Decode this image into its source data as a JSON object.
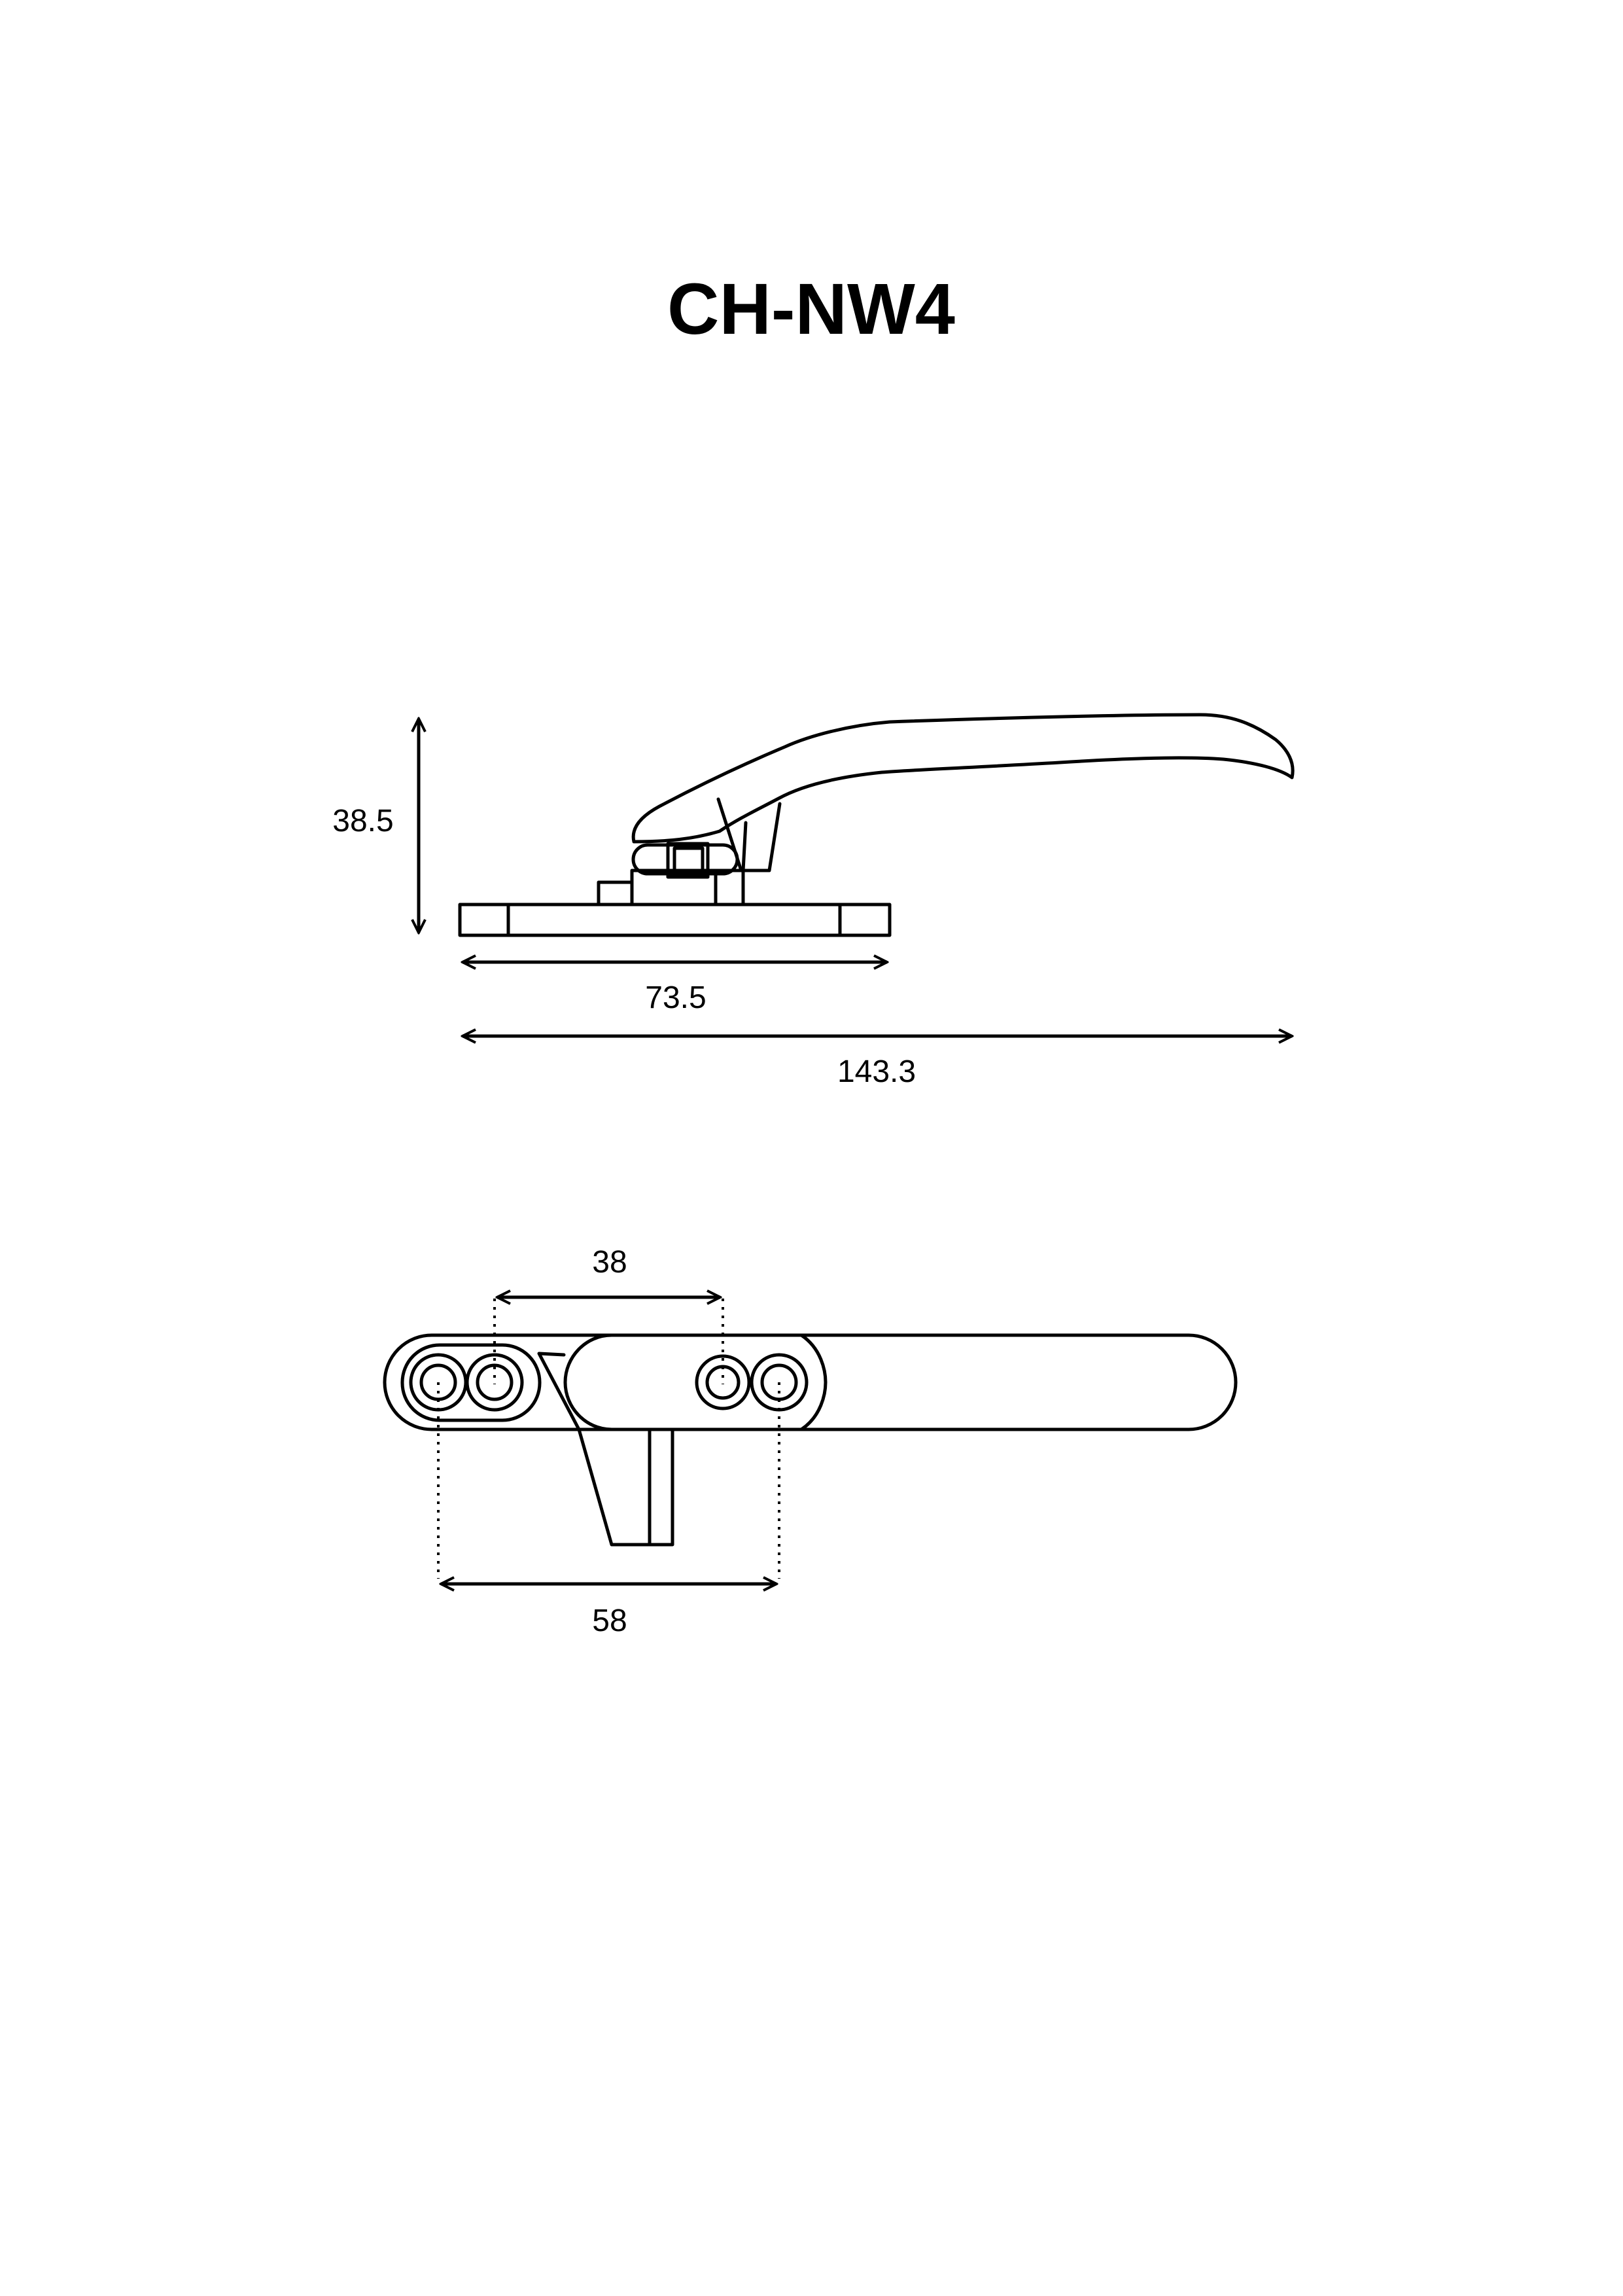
{
  "title": "CH-NW4",
  "dimensions": {
    "height": "38.5",
    "base_length": "73.5",
    "overall_length": "143.3",
    "inner_hole_spacing": "38",
    "outer_hole_spacing": "58"
  }
}
